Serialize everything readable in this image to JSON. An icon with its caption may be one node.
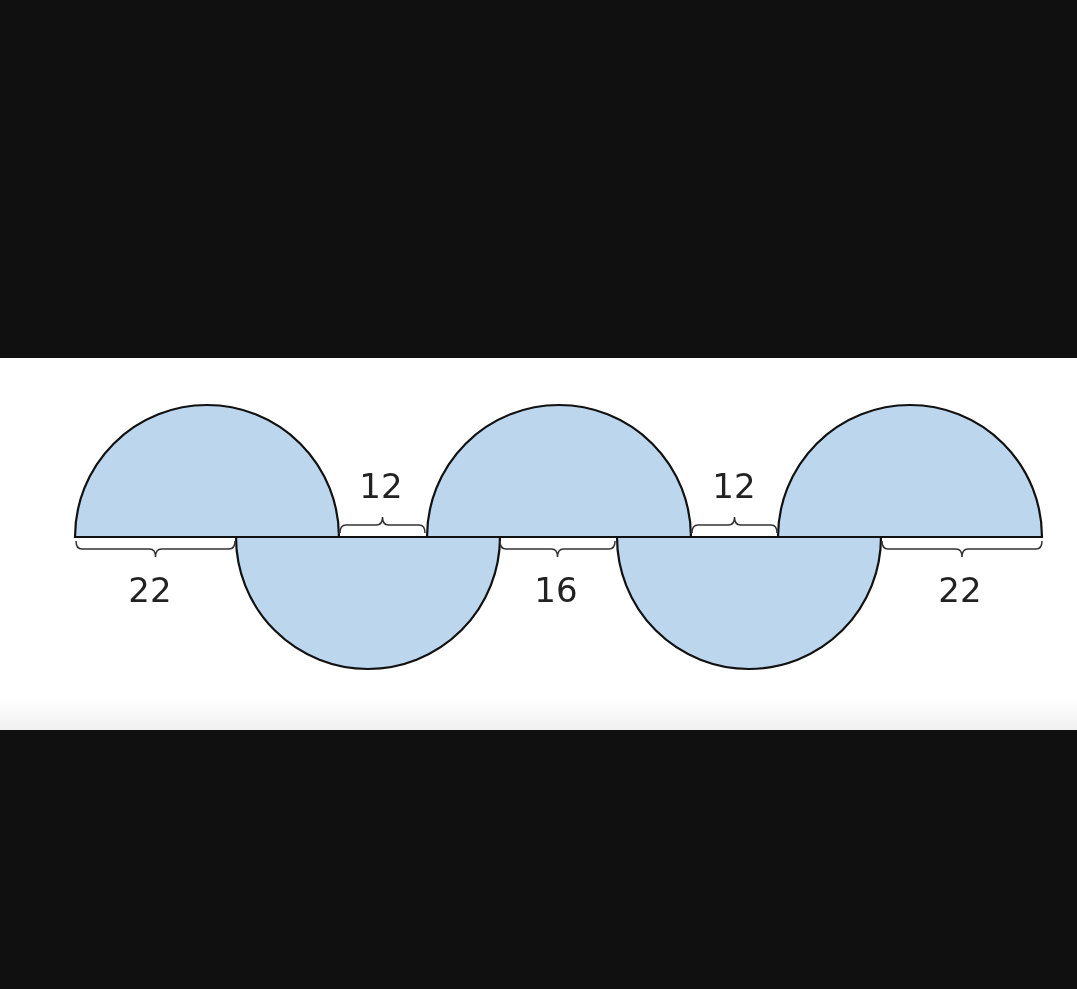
{
  "diagram": {
    "labels": [
      "12",
      "12",
      "22",
      "16",
      "22"
    ]
  }
}
